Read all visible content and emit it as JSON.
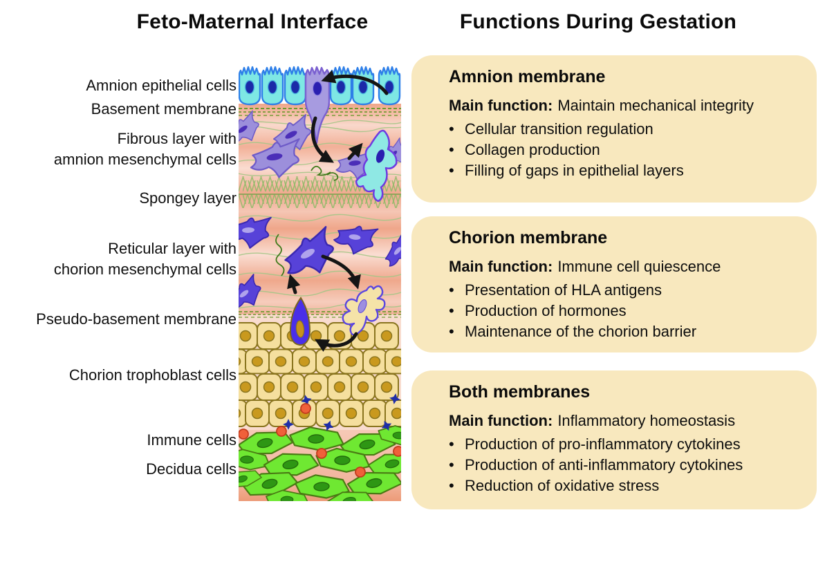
{
  "palette": {
    "box_bg": "#F8E8BE",
    "text": "#0D0D0D",
    "epithelial_cell": "#7EE8E4",
    "epithelial_outline": "#2E7FE8",
    "nucleus_navy": "#1B2AA8",
    "amnion_mesenchymal": "#9C8FDB",
    "chorion_mesenchymal": "#5742D8",
    "stroma_salmon": "#F0A88E",
    "fiber_green": "#A5C687",
    "trophoblast": "#F5DF9E",
    "trophoblast_outline": "#8A751F",
    "immune_orange": "#F0603A",
    "immune_navy": "#1F2EA8",
    "decidua_green": "#6FE832",
    "decidua_outline": "#4A7A14",
    "arrow_black": "#151515"
  },
  "left": {
    "title": "Feto-Maternal Interface",
    "labels": [
      "Amnion epithelial cells",
      "Basement membrane",
      "Fibrous layer with\namnion mesenchymal cells",
      "Spongey layer",
      "Reticular layer with\nchorion mesenchymal cells",
      "Pseudo-basement membrane",
      "Chorion trophoblast cells",
      "Immune cells",
      "Decidua cells"
    ]
  },
  "right": {
    "title": "Functions During Gestation",
    "bullet_glyph": "•",
    "boxes": [
      {
        "heading": "Amnion membrane",
        "main_label": "Main function:",
        "main_value": "Maintain mechanical integrity",
        "bullets": [
          "Cellular transition regulation",
          "Collagen production",
          "Filling of gaps in epithelial layers"
        ]
      },
      {
        "heading": "Chorion membrane",
        "main_label": "Main function:",
        "main_value": "Immune cell quiescence",
        "bullets": [
          "Presentation of HLA antigens",
          "Production of hormones",
          "Maintenance of  the chorion barrier"
        ]
      },
      {
        "heading": "Both membranes",
        "main_label": "Main function:",
        "main_value": "Inflammatory homeostasis",
        "bullets": [
          "Production of pro-inflammatory cytokines",
          "Production of anti-inflammatory cytokines",
          "Reduction of oxidative stress"
        ]
      }
    ]
  }
}
